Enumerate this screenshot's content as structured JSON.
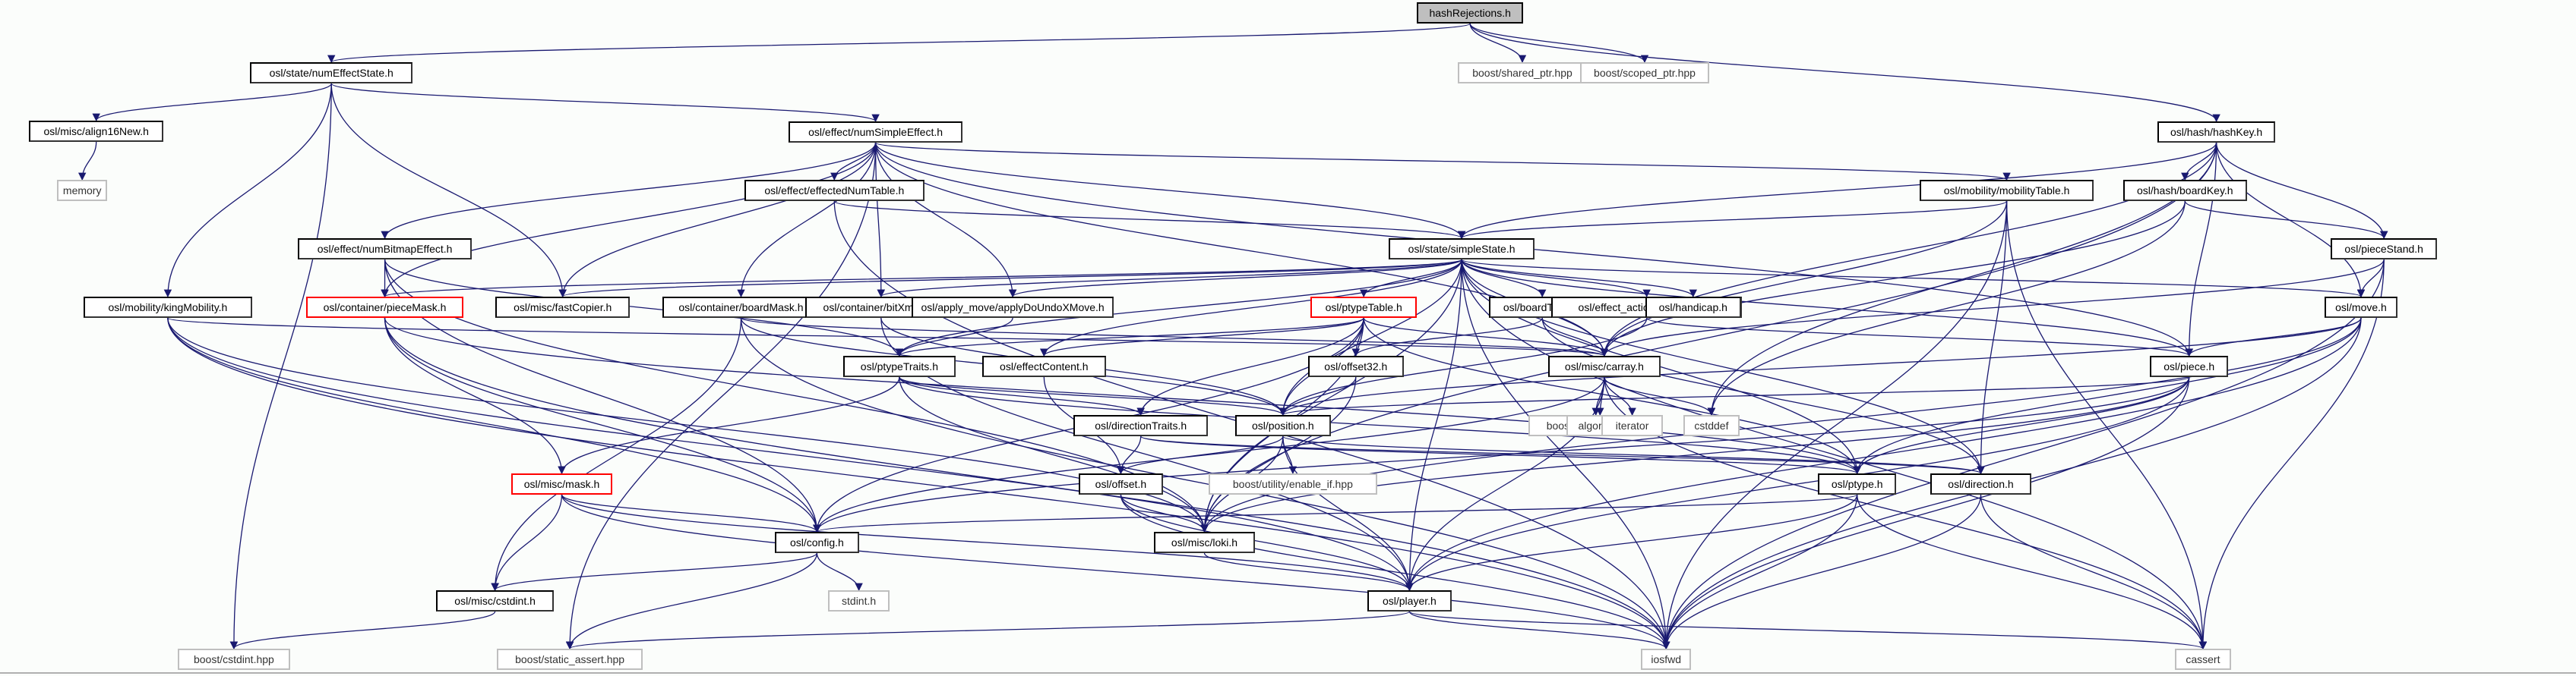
{
  "title": "hashRejections.h",
  "colors": {
    "edge": "#191970",
    "node_border": "#000000",
    "system_border": "#bfbfbf",
    "truncated_border": "#ff0000",
    "root_fill": "#bfbfbf"
  },
  "nodes": [
    {
      "id": "root",
      "label": "hashRejections.h",
      "kind": "root"
    },
    {
      "id": "shared_ptr",
      "label": "boost/shared_ptr.hpp",
      "kind": "system"
    },
    {
      "id": "scoped_ptr",
      "label": "boost/scoped_ptr.hpp",
      "kind": "system"
    },
    {
      "id": "numEffectState",
      "label": "osl/state/numEffectState.h",
      "kind": "normal"
    },
    {
      "id": "align16New",
      "label": "osl/misc/align16New.h",
      "kind": "normal"
    },
    {
      "id": "memory",
      "label": "memory",
      "kind": "system"
    },
    {
      "id": "numSimpleEffect",
      "label": "osl/effect/numSimpleEffect.h",
      "kind": "normal"
    },
    {
      "id": "hashKey",
      "label": "osl/hash/hashKey.h",
      "kind": "normal"
    },
    {
      "id": "effectedNumTable",
      "label": "osl/effect/effectedNumTable.h",
      "kind": "normal"
    },
    {
      "id": "mobilityTable",
      "label": "osl/mobility/mobilityTable.h",
      "kind": "normal"
    },
    {
      "id": "boardKey",
      "label": "osl/hash/boardKey.h",
      "kind": "normal"
    },
    {
      "id": "numBitmapEffect",
      "label": "osl/effect/numBitmapEffect.h",
      "kind": "normal"
    },
    {
      "id": "simpleState",
      "label": "osl/state/simpleState.h",
      "kind": "normal"
    },
    {
      "id": "pieceStand",
      "label": "osl/pieceStand.h",
      "kind": "normal"
    },
    {
      "id": "kingMobility",
      "label": "osl/mobility/kingMobility.h",
      "kind": "normal"
    },
    {
      "id": "pieceMask",
      "label": "osl/container/pieceMask.h",
      "kind": "truncated"
    },
    {
      "id": "fastCopier",
      "label": "osl/misc/fastCopier.h",
      "kind": "normal"
    },
    {
      "id": "boardMask",
      "label": "osl/container/boardMask.h",
      "kind": "normal"
    },
    {
      "id": "bitXmask",
      "label": "osl/container/bitXmask.h",
      "kind": "normal"
    },
    {
      "id": "applyDoUndo",
      "label": "osl/apply_move/applyDoUndoXMove.h",
      "kind": "normal"
    },
    {
      "id": "ptypeTable",
      "label": "osl/ptypeTable.h",
      "kind": "truncated"
    },
    {
      "id": "boardTable",
      "label": "osl/boardTable.h",
      "kind": "normal"
    },
    {
      "id": "pieceFilter",
      "label": "osl/effect_action/pieceFilter.h",
      "kind": "normal"
    },
    {
      "id": "handicap",
      "label": "osl/handicap.h",
      "kind": "normal"
    },
    {
      "id": "move",
      "label": "osl/move.h",
      "kind": "normal"
    },
    {
      "id": "ptypeTraits",
      "label": "osl/ptypeTraits.h",
      "kind": "normal"
    },
    {
      "id": "effectContent",
      "label": "osl/effectContent.h",
      "kind": "normal"
    },
    {
      "id": "offset32",
      "label": "osl/offset32.h",
      "kind": "normal"
    },
    {
      "id": "carray",
      "label": "osl/misc/carray.h",
      "kind": "normal"
    },
    {
      "id": "piece",
      "label": "osl/piece.h",
      "kind": "normal"
    },
    {
      "id": "directionTraits",
      "label": "osl/directionTraits.h",
      "kind": "normal"
    },
    {
      "id": "position",
      "label": "osl/position.h",
      "kind": "normal"
    },
    {
      "id": "type_traits",
      "label": "boost/type_traits.hpp",
      "kind": "system"
    },
    {
      "id": "algorithm",
      "label": "algorithm",
      "kind": "system"
    },
    {
      "id": "iterator",
      "label": "iterator",
      "kind": "system"
    },
    {
      "id": "cstddef",
      "label": "cstddef",
      "kind": "system"
    },
    {
      "id": "mask",
      "label": "osl/misc/mask.h",
      "kind": "truncated"
    },
    {
      "id": "offset",
      "label": "osl/offset.h",
      "kind": "normal"
    },
    {
      "id": "enable_if",
      "label": "boost/utility/enable_if.hpp",
      "kind": "system"
    },
    {
      "id": "ptype",
      "label": "osl/ptype.h",
      "kind": "normal"
    },
    {
      "id": "direction",
      "label": "osl/direction.h",
      "kind": "normal"
    },
    {
      "id": "config",
      "label": "osl/config.h",
      "kind": "normal"
    },
    {
      "id": "loki",
      "label": "osl/misc/loki.h",
      "kind": "normal"
    },
    {
      "id": "stdint",
      "label": "stdint.h",
      "kind": "system"
    },
    {
      "id": "misc_cstdint",
      "label": "osl/misc/cstdint.h",
      "kind": "normal"
    },
    {
      "id": "player",
      "label": "osl/player.h",
      "kind": "normal"
    },
    {
      "id": "boost_cstdint",
      "label": "boost/cstdint.hpp",
      "kind": "system"
    },
    {
      "id": "static_assert",
      "label": "boost/static_assert.hpp",
      "kind": "system"
    },
    {
      "id": "iosfwd",
      "label": "iosfwd",
      "kind": "system"
    },
    {
      "id": "cassert",
      "label": "cassert",
      "kind": "system"
    }
  ],
  "edges": [
    [
      "root",
      "numEffectState"
    ],
    [
      "root",
      "shared_ptr"
    ],
    [
      "root",
      "scoped_ptr"
    ],
    [
      "root",
      "hashKey"
    ],
    [
      "numEffectState",
      "align16New"
    ],
    [
      "numEffectState",
      "numSimpleEffect"
    ],
    [
      "numEffectState",
      "fastCopier"
    ],
    [
      "numEffectState",
      "kingMobility"
    ],
    [
      "numEffectState",
      "boost_cstdint"
    ],
    [
      "align16New",
      "memory"
    ],
    [
      "numSimpleEffect",
      "effectedNumTable"
    ],
    [
      "numSimpleEffect",
      "mobilityTable"
    ],
    [
      "numSimpleEffect",
      "numBitmapEffect"
    ],
    [
      "numSimpleEffect",
      "simpleState"
    ],
    [
      "numSimpleEffect",
      "fastCopier"
    ],
    [
      "numSimpleEffect",
      "boardMask"
    ],
    [
      "numSimpleEffect",
      "bitXmask"
    ],
    [
      "numSimpleEffect",
      "applyDoUndo"
    ],
    [
      "numSimpleEffect",
      "piece"
    ],
    [
      "numSimpleEffect",
      "carray"
    ],
    [
      "numSimpleEffect",
      "static_assert"
    ],
    [
      "numSimpleEffect",
      "pieceMask"
    ],
    [
      "hashKey",
      "boardKey"
    ],
    [
      "hashKey",
      "pieceStand"
    ],
    [
      "hashKey",
      "move"
    ],
    [
      "hashKey",
      "piece"
    ],
    [
      "hashKey",
      "simpleState"
    ],
    [
      "hashKey",
      "carray"
    ],
    [
      "hashKey",
      "loki"
    ],
    [
      "hashKey",
      "cstddef"
    ],
    [
      "effectedNumTable",
      "simpleState"
    ],
    [
      "effectedNumTable",
      "iosfwd"
    ],
    [
      "mobilityTable",
      "simpleState"
    ],
    [
      "mobilityTable",
      "carray"
    ],
    [
      "mobilityTable",
      "direction"
    ],
    [
      "mobilityTable",
      "iosfwd"
    ],
    [
      "mobilityTable",
      "cassert"
    ],
    [
      "boardKey",
      "pieceStand"
    ],
    [
      "boardKey",
      "carray"
    ],
    [
      "boardKey",
      "cstddef"
    ],
    [
      "numBitmapEffect",
      "pieceMask"
    ],
    [
      "numBitmapEffect",
      "ptypeTraits"
    ],
    [
      "numBitmapEffect",
      "config"
    ],
    [
      "numBitmapEffect",
      "loki"
    ],
    [
      "simpleState",
      "pieceMask"
    ],
    [
      "simpleState",
      "fastCopier"
    ],
    [
      "simpleState",
      "bitXmask"
    ],
    [
      "simpleState",
      "applyDoUndo"
    ],
    [
      "simpleState",
      "ptypeTable"
    ],
    [
      "simpleState",
      "boardTable"
    ],
    [
      "simpleState",
      "pieceFilter"
    ],
    [
      "simpleState",
      "handicap"
    ],
    [
      "simpleState",
      "move"
    ],
    [
      "simpleState",
      "ptypeTraits"
    ],
    [
      "simpleState",
      "effectContent"
    ],
    [
      "simpleState",
      "carray"
    ],
    [
      "simpleState",
      "piece"
    ],
    [
      "simpleState",
      "position"
    ],
    [
      "simpleState",
      "ptype"
    ],
    [
      "simpleState",
      "direction"
    ],
    [
      "simpleState",
      "player"
    ],
    [
      "simpleState",
      "iosfwd"
    ],
    [
      "simpleState",
      "cassert"
    ],
    [
      "simpleState",
      "loki"
    ],
    [
      "pieceStand",
      "move"
    ],
    [
      "pieceStand",
      "carray"
    ],
    [
      "pieceStand",
      "iosfwd"
    ],
    [
      "pieceStand",
      "cassert"
    ],
    [
      "kingMobility",
      "carray"
    ],
    [
      "kingMobility",
      "config"
    ],
    [
      "kingMobility",
      "player"
    ],
    [
      "kingMobility",
      "loki"
    ],
    [
      "kingMobility",
      "iosfwd"
    ],
    [
      "pieceMask",
      "mask"
    ],
    [
      "pieceMask",
      "config"
    ],
    [
      "pieceMask",
      "ptype"
    ],
    [
      "pieceMask",
      "iosfwd"
    ],
    [
      "boardMask",
      "position"
    ],
    [
      "boardMask",
      "misc_cstdint"
    ],
    [
      "boardMask",
      "carray"
    ],
    [
      "boardMask",
      "iosfwd"
    ],
    [
      "bitXmask",
      "position"
    ],
    [
      "bitXmask",
      "player"
    ],
    [
      "applyDoUndo",
      "ptypeTraits"
    ],
    [
      "ptypeTable",
      "ptypeTraits"
    ],
    [
      "ptypeTable",
      "effectContent"
    ],
    [
      "ptypeTable",
      "offset32"
    ],
    [
      "ptypeTable",
      "carray"
    ],
    [
      "ptypeTable",
      "directionTraits"
    ],
    [
      "ptypeTable",
      "position"
    ],
    [
      "ptypeTable",
      "ptype"
    ],
    [
      "ptypeTable",
      "config"
    ],
    [
      "ptypeTable",
      "loki"
    ],
    [
      "boardTable",
      "carray"
    ],
    [
      "boardTable",
      "offset32"
    ],
    [
      "boardTable",
      "direction"
    ],
    [
      "pieceFilter",
      "position"
    ],
    [
      "pieceFilter",
      "piece"
    ],
    [
      "move",
      "piece"
    ],
    [
      "move",
      "position"
    ],
    [
      "move",
      "ptype"
    ],
    [
      "move",
      "player"
    ],
    [
      "move",
      "iosfwd"
    ],
    [
      "move",
      "loki"
    ],
    [
      "ptypeTraits",
      "directionTraits"
    ],
    [
      "ptypeTraits",
      "mask"
    ],
    [
      "ptypeTraits",
      "position"
    ],
    [
      "ptypeTraits",
      "ptype"
    ],
    [
      "ptypeTraits",
      "loki"
    ],
    [
      "effectContent",
      "offset"
    ],
    [
      "offset32",
      "position"
    ],
    [
      "offset32",
      "loki"
    ],
    [
      "carray",
      "type_traits"
    ],
    [
      "carray",
      "algorithm"
    ],
    [
      "carray",
      "iterator"
    ],
    [
      "carray",
      "cstddef"
    ],
    [
      "carray",
      "cassert"
    ],
    [
      "carray",
      "player"
    ],
    [
      "carray",
      "config"
    ],
    [
      "piece",
      "position"
    ],
    [
      "piece",
      "ptype"
    ],
    [
      "piece",
      "player"
    ],
    [
      "piece",
      "loki"
    ],
    [
      "piece",
      "iosfwd"
    ],
    [
      "piece",
      "config"
    ],
    [
      "directionTraits",
      "offset"
    ],
    [
      "directionTraits",
      "direction"
    ],
    [
      "directionTraits",
      "ptype"
    ],
    [
      "position",
      "offset"
    ],
    [
      "position",
      "enable_if"
    ],
    [
      "position",
      "direction"
    ],
    [
      "position",
      "loki"
    ],
    [
      "position",
      "player"
    ],
    [
      "mask",
      "misc_cstdint"
    ],
    [
      "mask",
      "config"
    ],
    [
      "mask",
      "player"
    ],
    [
      "mask",
      "iosfwd"
    ],
    [
      "offset",
      "player"
    ],
    [
      "offset",
      "loki"
    ],
    [
      "offset",
      "iosfwd"
    ],
    [
      "ptype",
      "player"
    ],
    [
      "ptype",
      "config"
    ],
    [
      "ptype",
      "iosfwd"
    ],
    [
      "ptype",
      "cassert"
    ],
    [
      "direction",
      "iosfwd"
    ],
    [
      "direction",
      "cassert"
    ],
    [
      "config",
      "stdint"
    ],
    [
      "config",
      "misc_cstdint"
    ],
    [
      "config",
      "static_assert"
    ],
    [
      "loki",
      "player"
    ],
    [
      "misc_cstdint",
      "boost_cstdint"
    ],
    [
      "player",
      "static_assert"
    ],
    [
      "player",
      "iosfwd"
    ],
    [
      "player",
      "cassert"
    ]
  ]
}
